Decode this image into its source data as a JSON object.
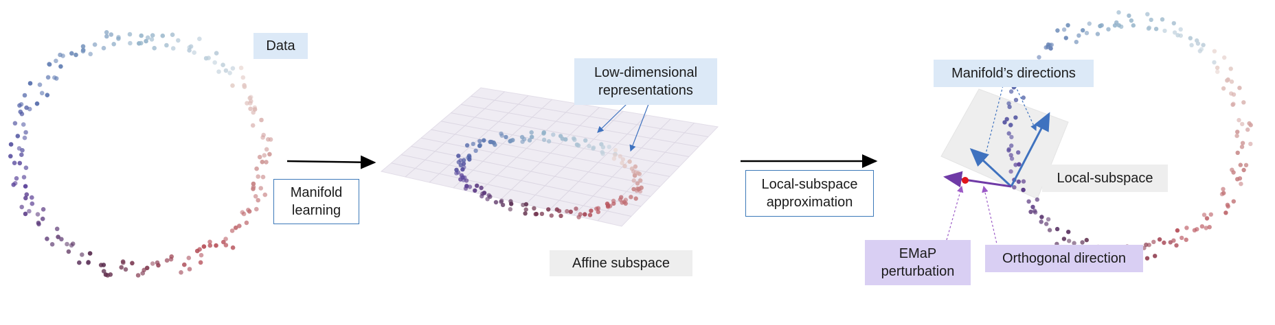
{
  "labels": {
    "data": "Data",
    "manifold_learning": "Manifold\nlearning",
    "low_dimensional": "Low-dimensional\nrepresentations",
    "affine_subspace": "Affine subspace",
    "local_subspace_approx": "Local-subspace\napproximation",
    "manifolds_directions": "Manifold’s directions",
    "local_subspace": "Local-subspace",
    "emap_perturbation": "EMaP\nperturbation",
    "orthogonal_direction": "Orthogonal direction"
  },
  "colors": {
    "label_blue": "#dce9f7",
    "label_gray": "#eeeeee",
    "label_purple": "#d9cff3",
    "box_border": "#3a78b8",
    "arrow_black": "#000000",
    "direction_blue": "#3f72bf",
    "perturb_purple": "#6f3aa6",
    "perturb_point": "#e0141b",
    "colormap": [
      "#e8d6d0",
      "#c98b8b",
      "#b8505a",
      "#5a2e4e",
      "#5b3f98",
      "#4f6aaa",
      "#8fb0c8",
      "#c9d6df"
    ]
  }
}
